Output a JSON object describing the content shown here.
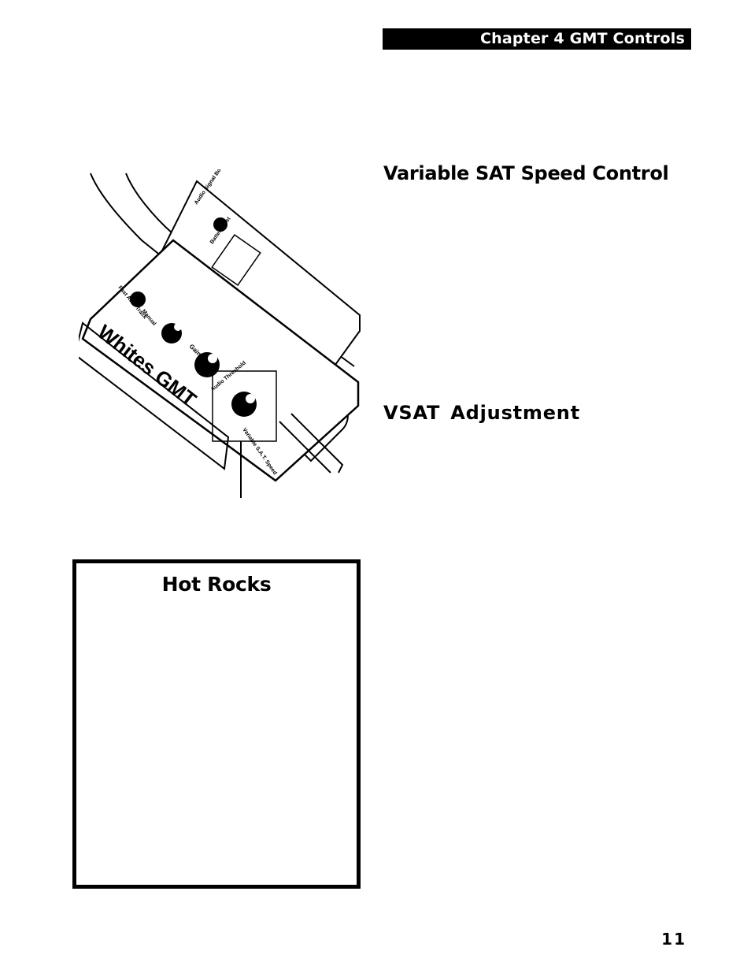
{
  "header": {
    "chapter": "Chapter 4 GMT Controls"
  },
  "sections": {
    "sat": {
      "title": "Variable SAT Speed Control"
    },
    "vsat": {
      "title": "VSAT  Adjustment"
    }
  },
  "sidebar": {
    "title": "Hot Rocks"
  },
  "footer": {
    "page_number": "11"
  },
  "illustration": {
    "brand_text": "Whites GMT",
    "labels": {
      "audio_signal": "Audio Signal Boost",
      "battery_test": "Battery Test",
      "tracking": "Fast Auto Track",
      "manual": "Manual",
      "gain": "Gain",
      "threshold": "Audio Threshold",
      "sat_speed": "Variable S.A.T. Speed"
    }
  }
}
